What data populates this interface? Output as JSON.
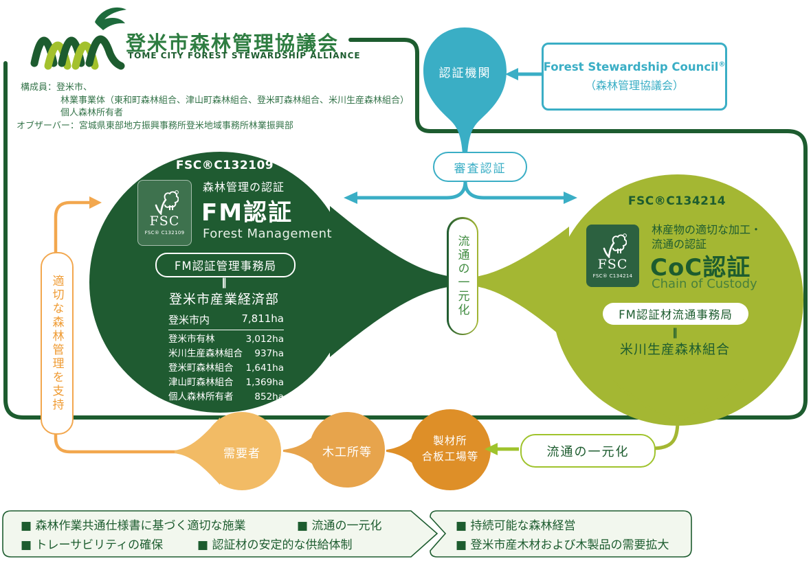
{
  "header": {
    "title": "登米市森林管理協議会",
    "subtitle": "TOME CITY FOREST STEWARDSHIP ALLIANCE",
    "members_line1": "構成員：登米市、",
    "members_line2": "林業事業体（東和町森林組合、津山町森林組合、登米町森林組合、米川生産森林組合）",
    "members_line3": "個人森林所有者",
    "observer_line": "オブザーバー：宮城県東部地方振興事務所登米地域事務所林業振興部"
  },
  "certification": {
    "body_label": "認証機関",
    "council_name": "Forest Stewardship Council",
    "council_reg": "®",
    "council_sub": "（森林管理協議会）",
    "audit_label": "審査認証"
  },
  "fm": {
    "code": "FSC®C132109",
    "logo_text": "FSC",
    "logo_code": "FSC® C132109",
    "desc": "森林管理の認証",
    "name": "FM認証",
    "name_en": "Forest Management",
    "office": "FM認証管理事務局",
    "equals": "‖",
    "org": "登米市産業経済部",
    "table": {
      "header": {
        "label": "登米市内",
        "value": "7,811ha"
      },
      "rows": [
        {
          "label": "登米市有林",
          "value": "3,012ha"
        },
        {
          "label": "米川生産森林組合",
          "value": "937ha"
        },
        {
          "label": "登米町森林組合",
          "value": "1,641ha"
        },
        {
          "label": "津山町森林組合",
          "value": "1,369ha"
        },
        {
          "label": "個人森林所有者",
          "value": "852ha"
        }
      ]
    }
  },
  "coc": {
    "code": "FSC®C134214",
    "logo_text": "FSC",
    "logo_code": "FSC® C134214",
    "desc_line1": "林産物の適切な加工・",
    "desc_line2": "流通の認証",
    "name": "CoC認証",
    "name_en": "Chain of Custody",
    "office": "FM認証材流通事務局",
    "equals": "‖",
    "org": "米川生産森林組合"
  },
  "middle": {
    "unify_label": "流通の一元化"
  },
  "support": {
    "label": "適切な森林管理を支持"
  },
  "flow": {
    "demand": "需要者",
    "woodshop": "木工所等",
    "sawmill_line1": "製材所",
    "sawmill_line2": "合板工場等",
    "unify_label": "流通の一元化"
  },
  "outcomes": {
    "left_items": [
      "■ 森林作業共通仕様書に基づく適切な施業",
      "■ 流通の一元化",
      "■ トレーサビリティの確保",
      "■ 認証材の安定的な供給体制"
    ],
    "right_items": [
      "■ 持続可能な森林経営",
      "■ 登米市産木材および木製品の需要拡大"
    ]
  },
  "colors": {
    "dark_green": "#1d5c2f",
    "fm_circle": "#1f5b31",
    "coc_circle": "#a4b733",
    "teal": "#3aaec5",
    "orange_line": "#f2a74e",
    "demand_orange": "#f2bb65",
    "woodshop_orange": "#e7a44c",
    "sawmill_orange": "#de8f28",
    "yellow_green_accent": "#9fc32c",
    "outcome_bg": "#f2f7ee"
  }
}
